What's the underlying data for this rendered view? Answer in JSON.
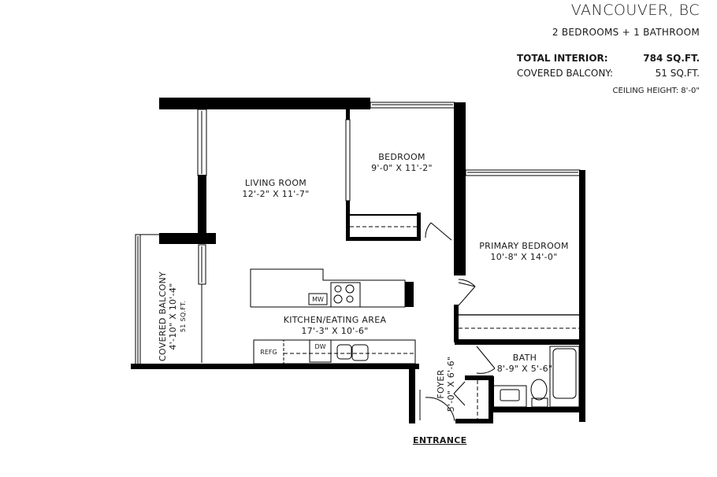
{
  "header": {
    "city": "VANCOUVER, BC",
    "summary": "2 BEDROOMS + 1 BATHROOM",
    "areas": [
      {
        "label": "TOTAL INTERIOR:",
        "value": "784 SQ.FT.",
        "bold": true
      },
      {
        "label": "COVERED BALCONY:",
        "value": "51 SQ.FT.",
        "bold": false
      }
    ],
    "ceiling_height": "CEILING HEIGHT: 8'-0\""
  },
  "rooms": {
    "living_room": {
      "name": "LIVING ROOM",
      "dims": "12'-2\" X 11'-7\""
    },
    "bedroom": {
      "name": "BEDROOM",
      "dims": "9'-0\" X 11'-2\""
    },
    "primary_bedroom": {
      "name": "PRIMARY BEDROOM",
      "dims": "10'-8\" X 14'-0\""
    },
    "kitchen": {
      "name": "KITCHEN/EATING AREA",
      "dims": "17'-3\" X 10'-6\""
    },
    "balcony": {
      "name": "COVERED BALCONY",
      "dims": "4'-10\" X 10'-4\"",
      "area": "51 SQ.FT."
    },
    "bath": {
      "name": "BATH",
      "dims": "8'-9\" X 5'-6\""
    },
    "foyer": {
      "name": "FOYER",
      "dims": "5'-0\" X 6'-6\""
    }
  },
  "appliances": {
    "microwave": "MW",
    "refrigerator": "REFG",
    "dishwasher": "DW"
  },
  "entrance_label": "ENTRANCE",
  "colors": {
    "wall": "#000000",
    "background": "#ffffff",
    "text": "#1a1a1a"
  }
}
